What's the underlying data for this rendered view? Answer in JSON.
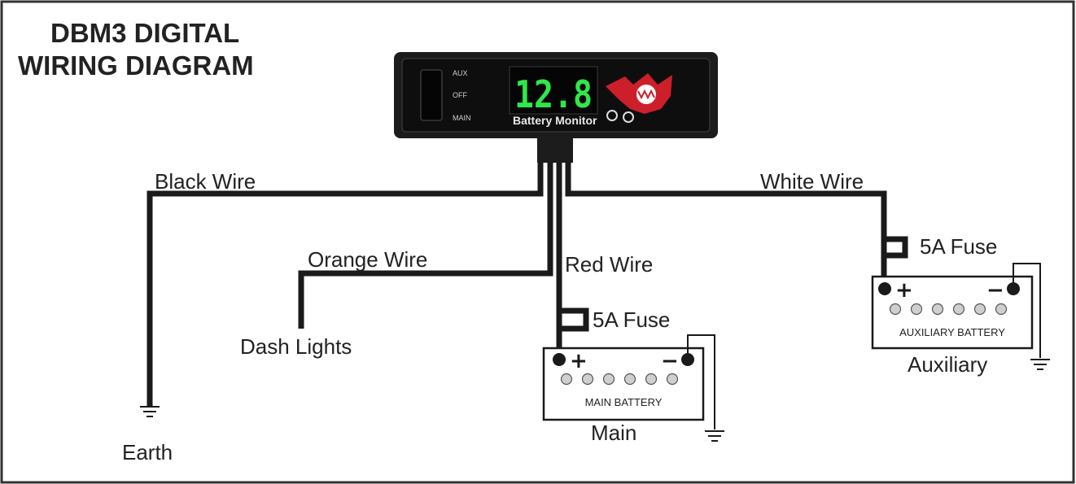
{
  "title_line1": "DBM3 DIGITAL",
  "title_line2": "WIRING DIAGRAM",
  "device": {
    "switch_aux": "AUX",
    "switch_off": "OFF",
    "switch_main": "MAIN",
    "display": "12.8",
    "label": "Battery Monitor"
  },
  "wires": {
    "black": "Black Wire",
    "orange": "Orange Wire",
    "red": "Red Wire",
    "white": "White Wire"
  },
  "endpoints": {
    "earth": "Earth",
    "dash": "Dash Lights",
    "main": "Main",
    "auxiliary": "Auxiliary"
  },
  "fuses": {
    "main": "5A Fuse",
    "aux": "5A Fuse"
  },
  "batteries": {
    "main_label": "MAIN BATTERY",
    "aux_label": "AUXILIARY BATTERY",
    "plus": "+",
    "minus": "−"
  },
  "colors": {
    "display_green": "#2ee84a",
    "wire": "#1a1a1a",
    "device_body": "#1c1c1c",
    "logo_red": "#cc1f2a"
  }
}
